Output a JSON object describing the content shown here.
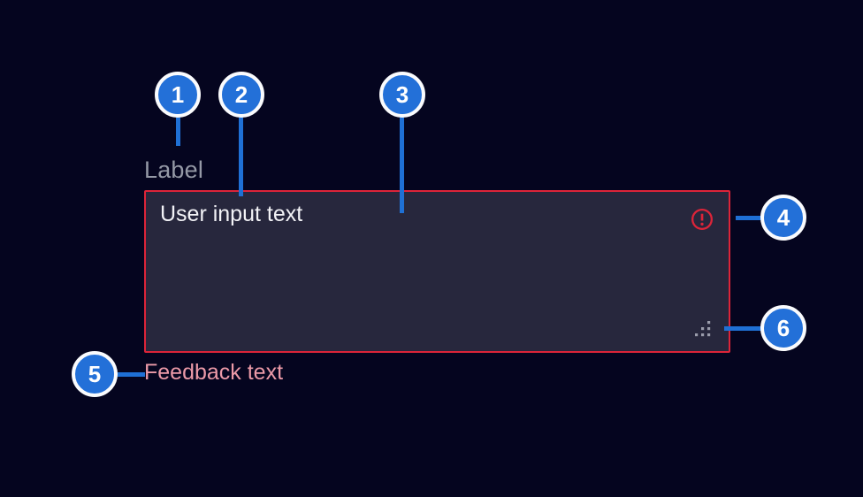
{
  "component": {
    "label": "Label",
    "value": "User input text",
    "feedback": "Feedback text"
  },
  "callouts": [
    "1",
    "2",
    "3",
    "4",
    "5",
    "6"
  ],
  "icons": {
    "alert": "alert-icon",
    "resize": "resize-grip-icon"
  },
  "colors": {
    "background": "#05051f",
    "textarea_background": "#27273d",
    "alarm_red": "#dc2439",
    "feedback_pink": "#ec9aa8",
    "label_gray": "#9599a6",
    "accent_blue": "#2370d8",
    "input_text": "#f2f2f6",
    "grip_gray": "#9a9cab"
  }
}
